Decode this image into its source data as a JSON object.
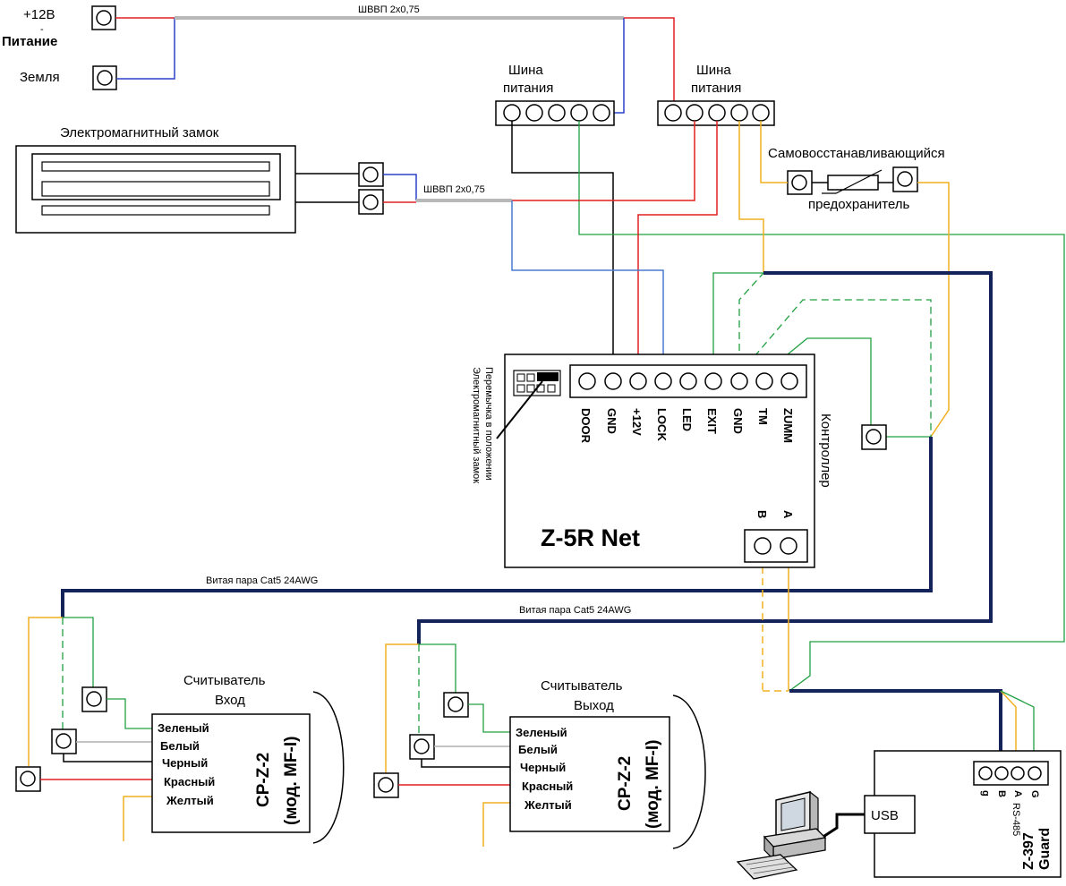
{
  "power": {
    "plus12": "+12В",
    "dash": "-",
    "supply": "Питание",
    "ground": "Земля"
  },
  "cables": {
    "shvvp_top": "ШВВП 2х0,75",
    "shvvp_lock": "ШВВП 2х0,75",
    "cat5_1": "Витая пара Cat5 24AWG",
    "cat5_2": "Витая пара Cat5 24AWG"
  },
  "bus": {
    "left_line1": "Шина",
    "left_line2": "питания",
    "right_line1": "Шина",
    "right_line2": "питания"
  },
  "lock": {
    "title": "Электромагнитный замок"
  },
  "fuse": {
    "line1": "Самовосстанавливающийся",
    "line2": "предохранитель"
  },
  "jumper": {
    "line1": "Перемычка в положении",
    "line2": "Электромагнитный замок"
  },
  "controller": {
    "name": "Z-5R Net",
    "side_label": "Контроллер",
    "pins": [
      "DOOR",
      "GND",
      "+12V",
      "LOCK",
      "LED",
      "EXIT",
      "GND",
      "TM",
      "ZUMM"
    ],
    "pin_a": "A",
    "pin_b": "B"
  },
  "reader_in": {
    "title1": "Считыватель",
    "title2": "Вход",
    "wires": [
      "Зеленый",
      "Белый",
      "Черный",
      "Красный",
      "Желтый"
    ],
    "model1": "CP-Z-2",
    "model2": "(мод. MF-I)"
  },
  "reader_out": {
    "title1": "Считыватель",
    "title2": "Выход",
    "wires": [
      "Зеленый",
      "Белый",
      "Черный",
      "Красный",
      "Желтый"
    ],
    "model1": "CP-Z-2",
    "model2": "(мод. MF-I)"
  },
  "guard": {
    "usb": "USB",
    "pins": [
      "G",
      "A",
      "B",
      "g"
    ],
    "rs": "RS-485",
    "name1": "Z-397",
    "name2": "Guard"
  },
  "colors": {
    "red": "#e02020",
    "blue": "#2a40c8",
    "green": "#20a040",
    "yellow": "#f0b020",
    "navy": "#14245a",
    "gray": "#b8b8b8"
  }
}
